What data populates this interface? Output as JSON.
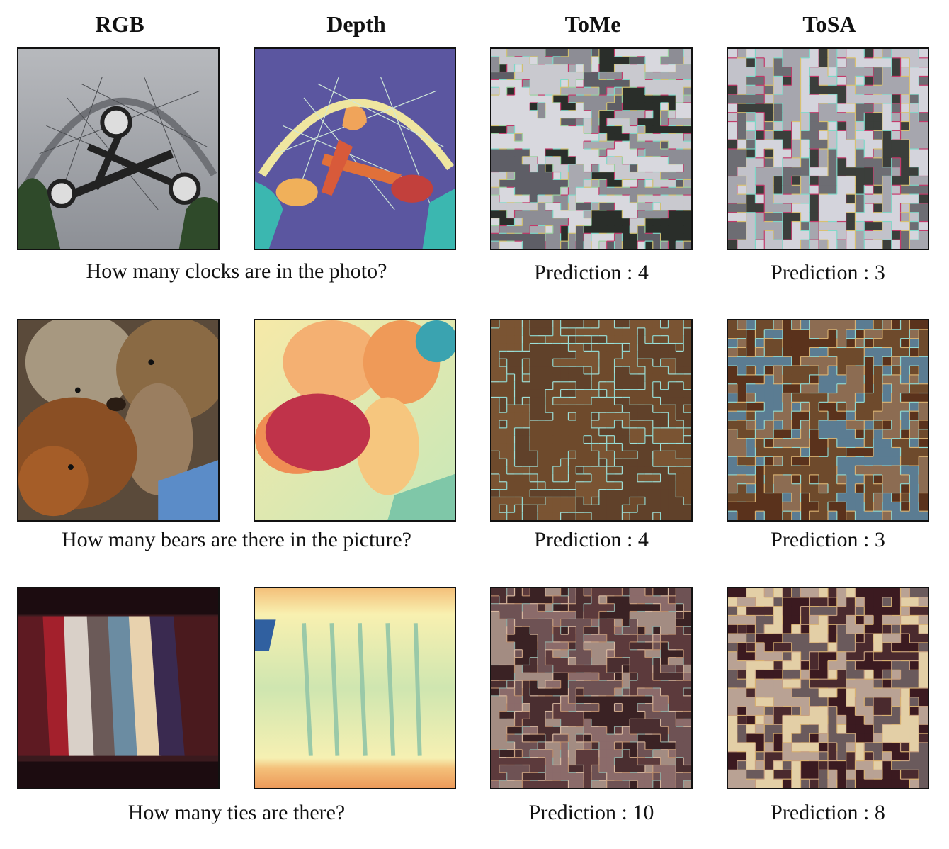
{
  "headers": {
    "rgb": "RGB",
    "depth": "Depth",
    "tome": "ToMe",
    "tosa": "ToSA"
  },
  "rows": [
    {
      "question": "How many clocks are in the photo?",
      "tome_prediction": "Prediction : 4",
      "tosa_prediction": "Prediction : 3"
    },
    {
      "question": "How many bears are there in the picture?",
      "tome_prediction": "Prediction : 4",
      "tosa_prediction": "Prediction : 3"
    },
    {
      "question": "How many ties are there?",
      "tome_prediction": "Prediction : 10",
      "tosa_prediction": "Prediction : 8"
    }
  ],
  "palettes": {
    "clocks_tome": [
      "#c9c9cf",
      "#a9a9b0",
      "#8d8d95",
      "#d8d8de",
      "#5e5e66",
      "#2a2e2a"
    ],
    "clocks_tosa": [
      "#d4d4dc",
      "#a6a6ae",
      "#6d6d73",
      "#3b3e3b",
      "#c2c2ca"
    ],
    "bears_tome": [
      "#6e4a2c",
      "#7a5433",
      "#60412a"
    ],
    "bears_tosa": [
      "#6e4a2c",
      "#8c6c52",
      "#5a321c",
      "#5b7c92"
    ],
    "ties_tome": [
      "#4a2e30",
      "#6e5254",
      "#8b6b6a",
      "#3a2224",
      "#a38c82",
      "#5c3a3c"
    ],
    "ties_tosa": [
      "#3b1a20",
      "#6a5a5c",
      "#b9a294",
      "#e3cfa6",
      "#4a2a2e"
    ]
  }
}
